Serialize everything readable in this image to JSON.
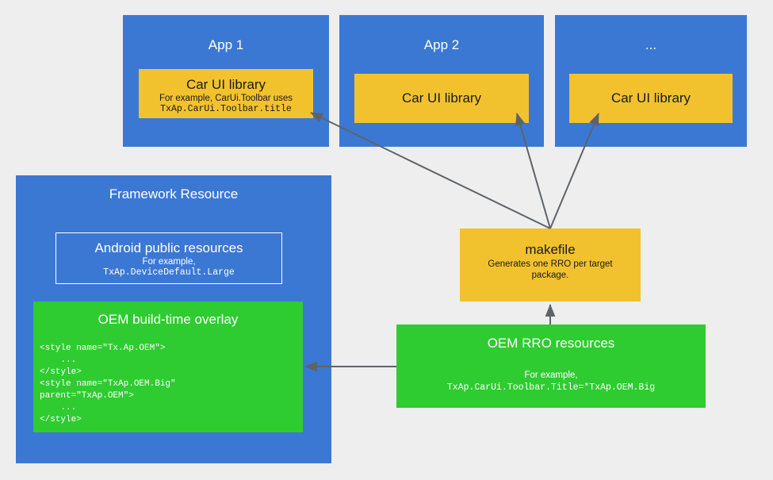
{
  "diagram": {
    "background_color": "#eeeeee",
    "colors": {
      "blue": "#3b78d4",
      "yellow": "#f2c22e",
      "green": "#2ecc30",
      "arrow": "#5f6368",
      "text_dark": "#1a1a1a",
      "text_light": "#ffffff"
    },
    "apps": [
      {
        "title": "App 1",
        "library_title": "Car UI library",
        "library_sub": "For example, CarUi.Toolbar uses",
        "library_code": "TxAp.CarUi.Toolbar.title"
      },
      {
        "title": "App 2",
        "library_title": "Car UI library",
        "library_sub": "",
        "library_code": ""
      },
      {
        "title": "...",
        "library_title": "Car UI library",
        "library_sub": "",
        "library_code": ""
      }
    ],
    "framework": {
      "title": "Framework Resource",
      "public_resources": {
        "title": "Android public resources",
        "sub": "For example,",
        "code": "TxAp.DeviceDefault.Large"
      },
      "build_overlay": {
        "title": "OEM build-time overlay",
        "code": "<style name=\"Tx.Ap.OEM\">\n    ...\n</style>\n<style name=\"TxAp.OEM.Big\"\nparent=\"TxAp.OEM\">\n    ...\n</style>"
      }
    },
    "makefile": {
      "title": "makefile",
      "sub_line1": "Generates one RRO per target",
      "sub_line2": "package."
    },
    "rro": {
      "title": "OEM RRO resources",
      "sub": "For example,",
      "code": "TxAp.CarUi.Toolbar.Title=*TxAp.OEM.Big"
    }
  }
}
